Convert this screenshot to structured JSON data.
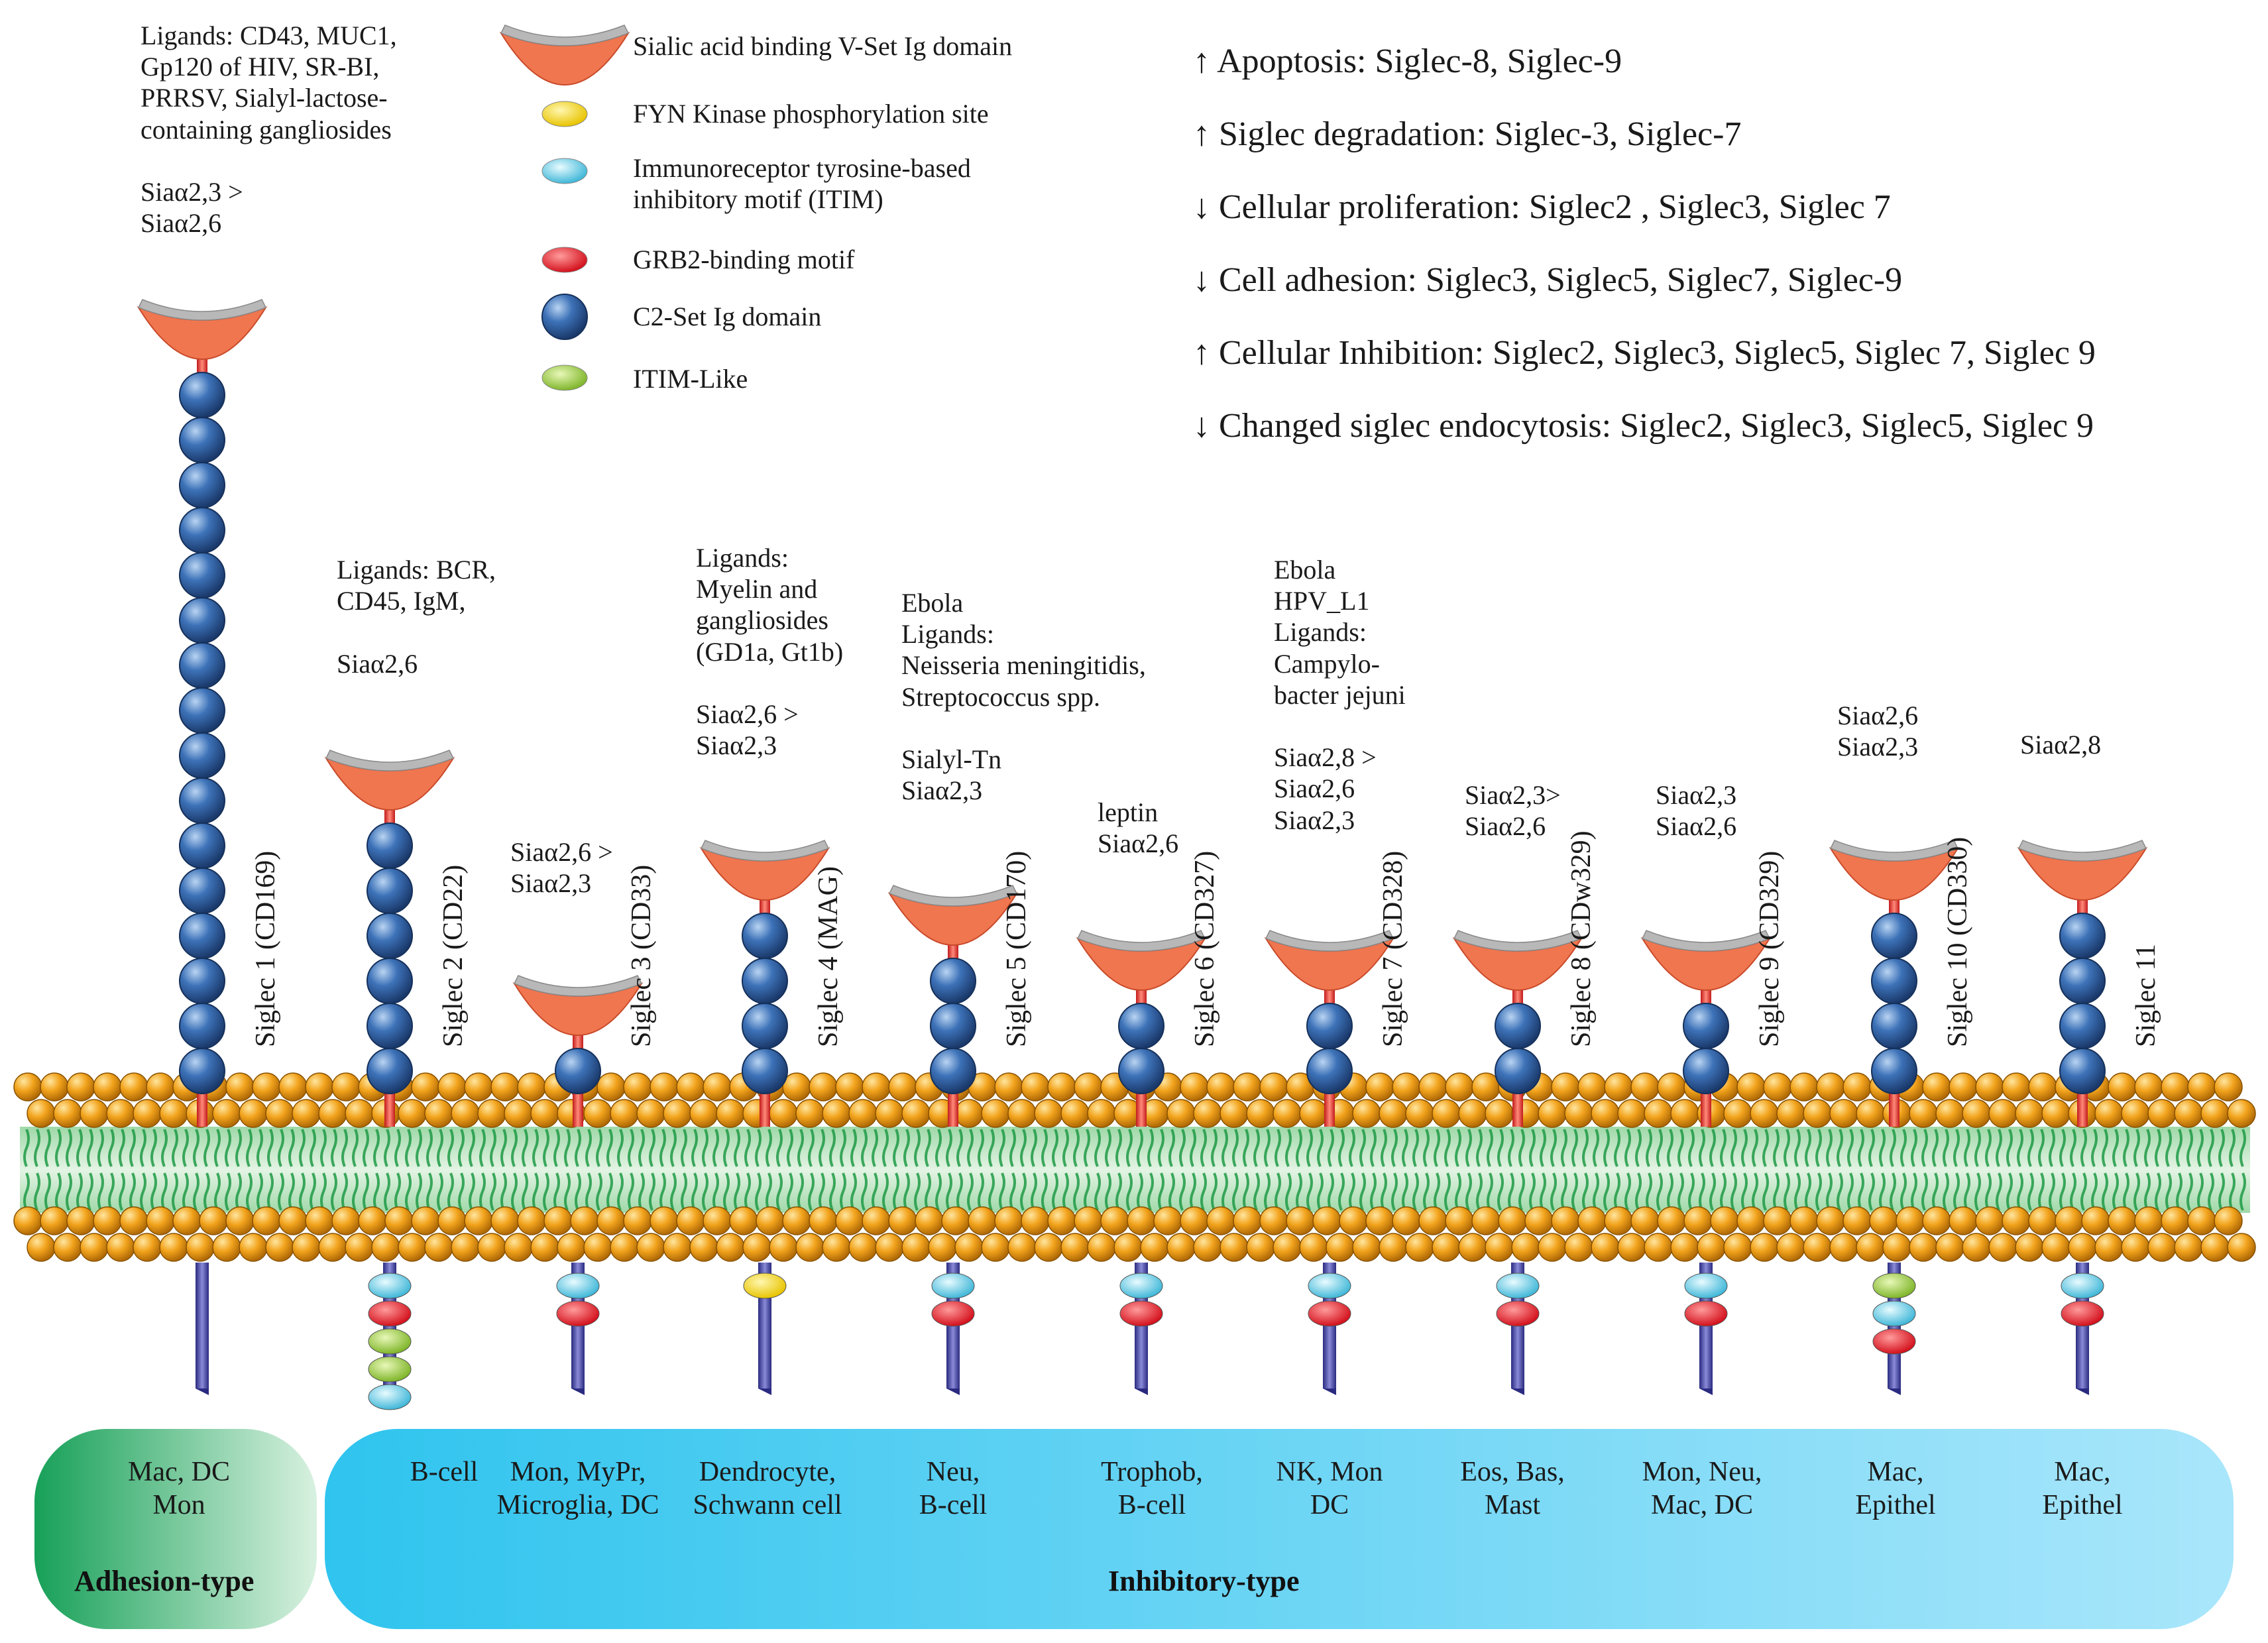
{
  "legend": [
    {
      "icon": "v-set-ig-domain-icon",
      "label": "Sialic acid  binding  V-Set Ig domain"
    },
    {
      "icon": "fyn-kinase-site-icon",
      "label": "FYN Kinase phosphorylation site",
      "color": "#f2d21b"
    },
    {
      "icon": "itim-icon",
      "label": "Immunoreceptor tyrosine-based\ninhibitory motif  (ITIM)",
      "color": "#5cc6e0"
    },
    {
      "icon": "grb2-motif-icon",
      "label": "GRB2-binding motif",
      "color": "#e8202c"
    },
    {
      "icon": "c2-set-ig-domain-icon",
      "label": "C2-Set Ig domain",
      "color": "#3a6fb3"
    },
    {
      "icon": "itim-like-icon",
      "label": "ITIM-Like",
      "color": "#8fc43c"
    }
  ],
  "effects": [
    "↑ Apoptosis: Siglec-8,  Siglec-9",
    "↑ Siglec degradation: Siglec-3, Siglec-7",
    "↓ Cellular proliferation: Siglec2 , Siglec3,  Siglec 7",
    "↓ Cell adhesion: Siglec3, Siglec5, Siglec7, Siglec-9",
    "↑ Cellular Inhibition: Siglec2, Siglec3, Siglec5, Siglec 7,  Siglec 9",
    "↓ Changed siglec endocytosis: Siglec2, Siglec3, Siglec5, Siglec 9"
  ],
  "siglecs": [
    {
      "name": "Siglec 1 (CD169)",
      "c2": 16,
      "cyto": [],
      "annotation": "Ligands: CD43, MUC1,\nGp120 of HIV,  SR-BI,\nPRRSV,  Sialyl-lactose-\ncontaining gangliosides\n\nSiaα2,3 >\nSiaα2,6",
      "cell": "Mac, DC\nMon"
    },
    {
      "name": "Siglec 2 (CD22)",
      "c2": 6,
      "cyto": [
        "itim",
        "grb2",
        "itimlike",
        "itimlike",
        "itim"
      ],
      "annotation": "Ligands: BCR,\nCD45, IgM,\n\nSiaα2,6",
      "cell": "B-cell"
    },
    {
      "name": "Siglec 3 (CD33)",
      "c2": 1,
      "cyto": [
        "itim",
        "grb2"
      ],
      "annotation": "Siaα2,6 >\nSiaα2,3",
      "cell": "Mon, MyPr,\nMicroglia, DC"
    },
    {
      "name": "Siglec 4 (MAG)",
      "c2": 4,
      "cyto": [
        "fyn"
      ],
      "annotation": "Ligands:\nMyelin and\ngangliosides\n(GD1a, Gt1b)\n\nSiaα2,6 >\nSiaα2,3",
      "cell": "Dendrocyte,\nSchwann cell"
    },
    {
      "name": "Siglec 5 (CD170)",
      "c2": 3,
      "cyto": [
        "itim",
        "grb2"
      ],
      "annotation": "Ebola\nLigands:\nNeisseria meningitidis,\nStreptococcus spp.\n\nSialyl-Tn\nSiaα2,3",
      "cell": "Neu,\nB-cell"
    },
    {
      "name": "Siglec 6 (CD327)",
      "c2": 2,
      "cyto": [
        "itim",
        "grb2"
      ],
      "annotation": "leptin\nSiaα2,6",
      "cell": "Trophob,\nB-cell"
    },
    {
      "name": "Siglec 7 (CD328)",
      "c2": 2,
      "cyto": [
        "itim",
        "grb2"
      ],
      "annotation": "Ebola\nHPV_L1\nLigands:\nCampylo-\nbacter jejuni\n\nSiaα2,8 >\nSiaα2,6\nSiaα2,3",
      "cell": "NK, Mon\nDC"
    },
    {
      "name": "Siglec 8 (CDw329)",
      "c2": 2,
      "cyto": [
        "itim",
        "grb2"
      ],
      "annotation": "Siaα2,3>\nSiaα2,6",
      "cell": "Eos, Bas,\nMast"
    },
    {
      "name": "Siglec 9 (CD329)",
      "c2": 2,
      "cyto": [
        "itim",
        "grb2"
      ],
      "annotation": "Siaα2,3\nSiaα2,6",
      "cell": "Mon, Neu,\nMac, DC"
    },
    {
      "name": "Siglec 10 (CD330)",
      "c2": 4,
      "cyto": [
        "itimlike",
        "itim",
        "grb2"
      ],
      "annotation": "Siaα2,6\nSiaα2,3",
      "cell": "Mac,\nEpithel"
    },
    {
      "name": "Siglec 11",
      "c2": 4,
      "cyto": [
        "itim",
        "grb2"
      ],
      "annotation": "Siaα2,8",
      "cell": "Mac,\nEpithel"
    }
  ],
  "categories": {
    "adhesion": "Adhesion-type",
    "inhibitory": "Inhibitory-type"
  },
  "colors": {
    "vset": "#f0764f",
    "c2": "#3a6fb3",
    "membrane_head": "#f0a21a",
    "membrane_core": "#2ea84f",
    "cytotail": "#4a4aa0",
    "adhesion_box": "#2fb26a",
    "inhibitory_box": "#52c9ee"
  }
}
